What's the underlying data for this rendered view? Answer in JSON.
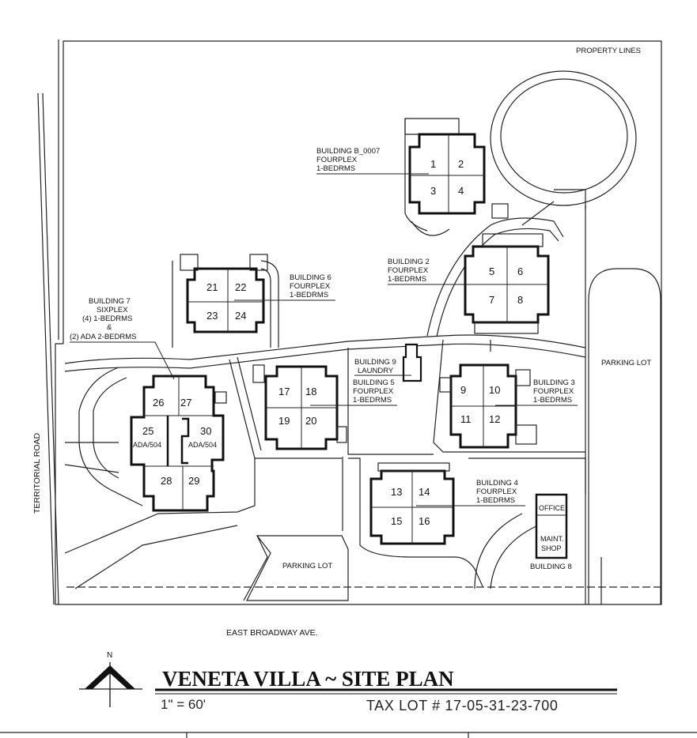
{
  "title": "VENETA VILLA ~ SITE PLAN",
  "scale": "1\" = 60'",
  "tax_lot": "TAX LOT # 17-05-31-23-700",
  "north": "N",
  "property_lines": "PROPERTY LINES",
  "roads": {
    "territorial": "TERRITORIAL ROAD",
    "broadway": "EAST BROADWAY AVE."
  },
  "parking": {
    "right": "PARKING LOT",
    "bottom": "PARKING LOT"
  },
  "buildings": {
    "b1": [
      "BUILDING B_0007",
      "FOURPLEX",
      "1-BEDRMS"
    ],
    "b2": [
      "BUILDING 2",
      "FOURPLEX",
      "1-BEDRMS"
    ],
    "b3": [
      "BUILDING 3",
      "FOURPLEX",
      "1-BEDRMS"
    ],
    "b4": [
      "BUILDING 4",
      "FOURPLEX",
      "1-BEDRMS"
    ],
    "b5": [
      "BUILDING 5",
      "FOURPLEX",
      "1-BEDRMS"
    ],
    "b6": [
      "BUILDING 6",
      "FOURPLEX",
      "1-BEDRMS"
    ],
    "b7": [
      "BUILDING 7",
      "SIXPLEX",
      "(4) 1-BEDRMS",
      "&",
      "(2) ADA 2-BEDRMS"
    ],
    "b8": "BUILDING 8",
    "b9": [
      "BUILDING 9",
      "LAUNDRY"
    ]
  },
  "office": {
    "office": "OFFICE",
    "maint": [
      "MAINT.",
      "SHOP"
    ]
  },
  "units": {
    "u1": "1",
    "u2": "2",
    "u3": "3",
    "u4": "4",
    "u5": "5",
    "u6": "6",
    "u7": "7",
    "u8": "8",
    "u9": "9",
    "u10": "10",
    "u11": "11",
    "u12": "12",
    "u13": "13",
    "u14": "14",
    "u15": "15",
    "u16": "16",
    "u17": "17",
    "u18": "18",
    "u19": "19",
    "u20": "20",
    "u21": "21",
    "u22": "22",
    "u23": "23",
    "u24": "24",
    "u25": "25",
    "u26": "26",
    "u27": "27",
    "u28": "28",
    "u29": "29",
    "u30": "30"
  },
  "ada": {
    "a25": "ADA/504",
    "a30": "ADA/504"
  }
}
